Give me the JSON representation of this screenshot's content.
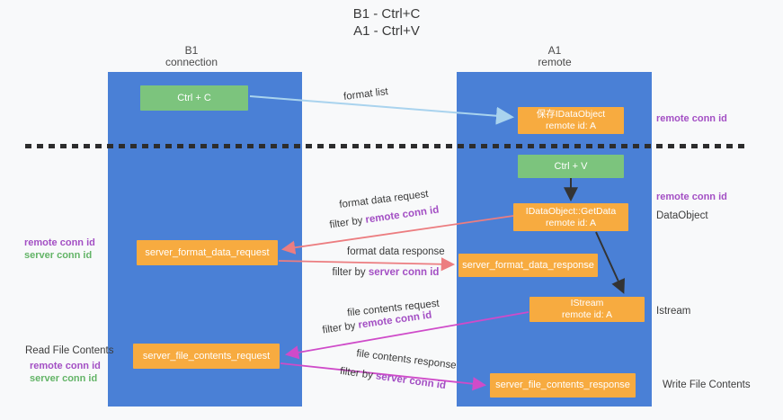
{
  "title": {
    "line1": "B1 - Ctrl+C",
    "line2": "A1 - Ctrl+V"
  },
  "columns": {
    "left": {
      "header_line1": "B1",
      "header_line2": "connection"
    },
    "right": {
      "header_line1": "A1",
      "header_line2": "remote"
    }
  },
  "boxes": {
    "ctrl_c": "Ctrl + C",
    "ctrl_v": "Ctrl + V",
    "save_dataobject_line1": "保存IDataObject",
    "save_dataobject_line2": "remote id: A",
    "getdata_line1": "IDataObject::GetData",
    "getdata_line2": "remote id: A",
    "istream_line1": "IStream",
    "istream_line2": "remote id: A",
    "server_format_data_request": "server_format_data_request",
    "server_format_data_response": "server_format_data_response",
    "server_file_contents_request": "server_file_contents_request",
    "server_file_contents_response": "server_file_contents_response"
  },
  "flow_labels": {
    "format_list": "format list",
    "format_data_request": "format data request",
    "format_data_request_filter_prefix": "filter by",
    "format_data_request_filter_value": "remote conn id",
    "format_data_response": "format data response",
    "format_data_response_filter_prefix": "filter by",
    "format_data_response_filter_value": "server conn id",
    "file_contents_request": "file contents request",
    "file_contents_request_filter_prefix": "filter by",
    "file_contents_request_filter_value": "remote conn id",
    "file_contents_response": "file contents response",
    "file_contents_response_filter_prefix": "filter by",
    "file_contents_response_filter_value": "server conn id"
  },
  "side_labels": {
    "right_top_remote_conn_id": "remote conn id",
    "right_mid_remote_conn_id": "remote conn id",
    "dataobject": "DataObject",
    "istream": "Istream",
    "write_file_contents": "Write File Contents",
    "left_mid_remote_conn_id": "remote conn id",
    "left_mid_server_conn_id": "server conn id",
    "read_file_contents": "Read File Contents",
    "left_bottom_remote_conn_id": "remote conn id",
    "left_bottom_server_conn_id": "server conn id"
  },
  "colors": {
    "column_blue": "#4a80d6",
    "box_green": "#7cc47d",
    "box_orange": "#f7ab40",
    "arrow_salmon": "#ec7d80",
    "arrow_magenta": "#cf4bc9",
    "arrow_lightblue": "#a9d3ee",
    "arrow_black": "#333333",
    "text_purple": "#a34fc4",
    "text_green": "#63b467",
    "dash_line": "#2d2d2d"
  }
}
